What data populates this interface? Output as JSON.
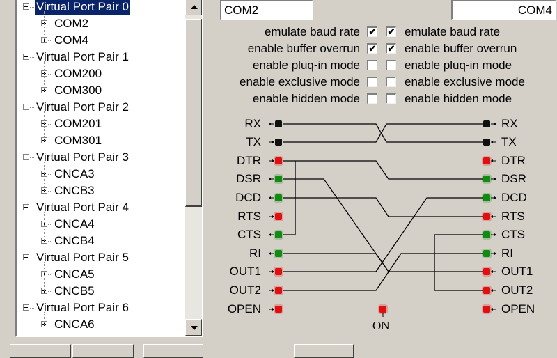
{
  "tree": {
    "pairs": [
      {
        "label": "Virtual Port Pair 0",
        "selected": true,
        "ports": [
          "COM2",
          "COM4"
        ]
      },
      {
        "label": "Virtual Port Pair 1",
        "ports": [
          "COM200",
          "COM300"
        ]
      },
      {
        "label": "Virtual Port Pair 2",
        "ports": [
          "COM201",
          "COM301"
        ]
      },
      {
        "label": "Virtual Port Pair 3",
        "ports": [
          "CNCA3",
          "CNCB3"
        ]
      },
      {
        "label": "Virtual Port Pair 4",
        "ports": [
          "CNCA4",
          "CNCB4"
        ]
      },
      {
        "label": "Virtual Port Pair 5",
        "ports": [
          "CNCA5",
          "CNCB5"
        ]
      },
      {
        "label": "Virtual Port Pair 6",
        "ports": [
          "CNCA6"
        ]
      }
    ],
    "scrollbar": {
      "up": "scroll-up-arrow",
      "down": "scroll-down-arrow"
    }
  },
  "ports": {
    "left_name": "COM2",
    "right_name": "COM4"
  },
  "options": [
    {
      "label": "emulate baud rate",
      "left": true,
      "right": true
    },
    {
      "label": "enable buffer overrun",
      "left": true,
      "right": true
    },
    {
      "label": "enable pluq-in mode",
      "left": false,
      "right": false
    },
    {
      "label": "enable exclusive mode",
      "left": false,
      "right": false
    },
    {
      "label": "enable hidden mode",
      "left": false,
      "right": false
    }
  ],
  "check_mark": "✔",
  "pins": {
    "left": [
      {
        "name": "RX",
        "color": "black",
        "dir": "in"
      },
      {
        "name": "TX",
        "color": "black",
        "dir": "out"
      },
      {
        "name": "DTR",
        "color": "red",
        "dir": "out"
      },
      {
        "name": "DSR",
        "color": "green",
        "dir": "in"
      },
      {
        "name": "DCD",
        "color": "green",
        "dir": "in"
      },
      {
        "name": "RTS",
        "color": "red",
        "dir": "out"
      },
      {
        "name": "CTS",
        "color": "green",
        "dir": "in"
      },
      {
        "name": "RI",
        "color": "green",
        "dir": "in"
      },
      {
        "name": "OUT1",
        "color": "red",
        "dir": "out"
      },
      {
        "name": "OUT2",
        "color": "red",
        "dir": "out"
      },
      {
        "name": "OPEN",
        "color": "red",
        "dir": "out"
      }
    ],
    "right": [
      {
        "name": "RX",
        "color": "black",
        "dir": "in"
      },
      {
        "name": "TX",
        "color": "black",
        "dir": "out"
      },
      {
        "name": "DTR",
        "color": "red",
        "dir": "out"
      },
      {
        "name": "DSR",
        "color": "green",
        "dir": "in"
      },
      {
        "name": "DCD",
        "color": "green",
        "dir": "in"
      },
      {
        "name": "RTS",
        "color": "red",
        "dir": "out"
      },
      {
        "name": "CTS",
        "color": "green",
        "dir": "in"
      },
      {
        "name": "RI",
        "color": "green",
        "dir": "in"
      },
      {
        "name": "OUT1",
        "color": "red",
        "dir": "out"
      },
      {
        "name": "OUT2",
        "color": "red",
        "dir": "out"
      },
      {
        "name": "OPEN",
        "color": "red",
        "dir": "out"
      }
    ],
    "on_label": "ON",
    "led_colors": {
      "black": "#101010",
      "red": "#e01010",
      "green": "#138a13"
    },
    "wires": [
      {
        "from": "L.TX",
        "to": "R.RX"
      },
      {
        "from": "L.RX",
        "to": "R.TX"
      },
      {
        "from": "L.DTR",
        "to": "R.DSR"
      },
      {
        "from": "L.DTR",
        "to": "L.CTS"
      },
      {
        "from": "L.DSR",
        "to": "R.OUT1"
      },
      {
        "from": "L.DCD",
        "to": "R.RTS"
      },
      {
        "from": "L.RI",
        "to": "R.DCD"
      },
      {
        "from": "L.OUT1",
        "to": "R.RI"
      },
      {
        "from": "L.OUT2",
        "to": "R.DCD"
      },
      {
        "from": "R.OUT2",
        "to": "R.CTS"
      }
    ]
  }
}
